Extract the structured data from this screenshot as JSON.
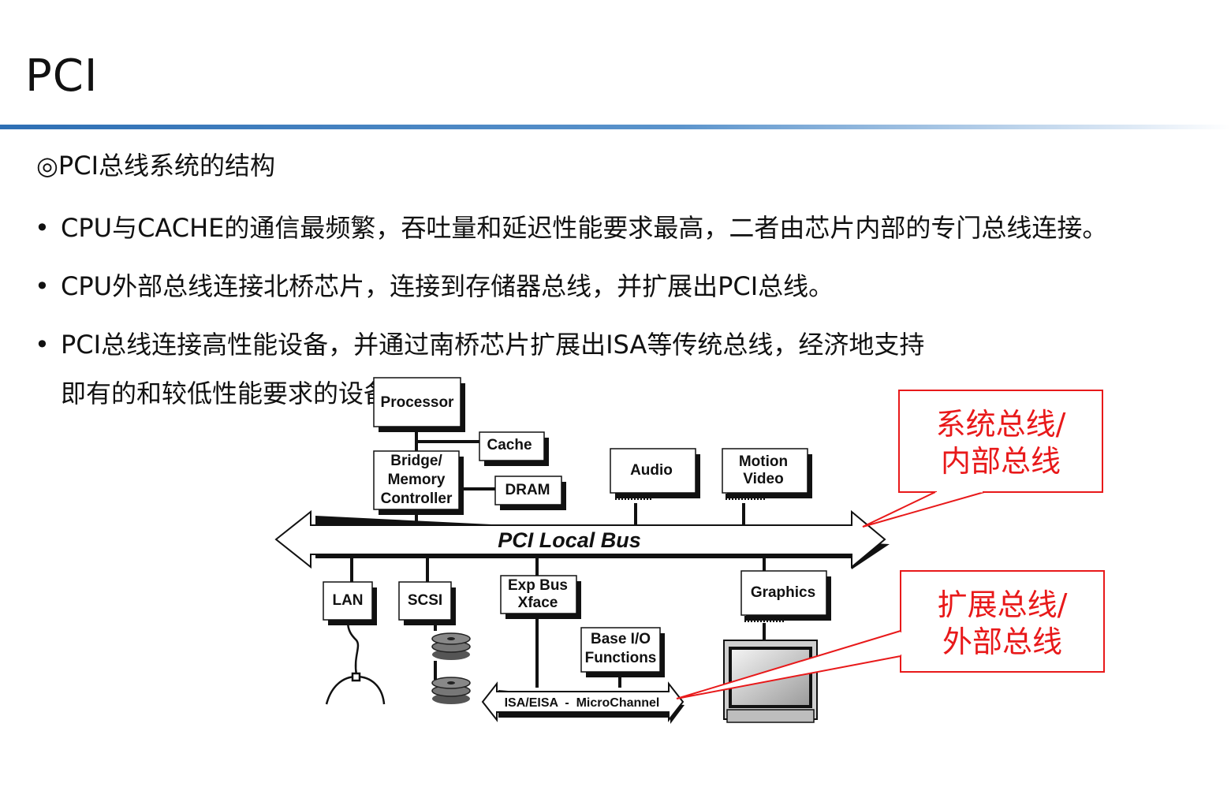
{
  "slide": {
    "title": "PCI",
    "subheading": "◎PCI总线系统的结构",
    "bullet_symbol": "•",
    "bullets": [
      "CPU与CACHE的通信最频繁，吞吐量和延迟性能要求最高，二者由芯片内部的专门总线连接。",
      "CPU外部总线连接北桥芯片，连接到存储器总线，并扩展出PCI总线。",
      "PCI总线连接高性能设备，并通过南桥芯片扩展出ISA等传统总线，经济地支持即有的和较低性能要求的设备。"
    ]
  },
  "diagram": {
    "processor": "Processor",
    "cache": "Cache",
    "bridge": [
      "Bridge/",
      "Memory",
      "Controller"
    ],
    "dram": "DRAM",
    "audio": "Audio",
    "motion_video": [
      "Motion",
      "Video"
    ],
    "pci_bus": "PCI Local Bus",
    "lan": "LAN",
    "scsi": "SCSI",
    "exp_bus": [
      "Exp Bus",
      "Xface"
    ],
    "base_io": [
      "Base I/O",
      "Functions"
    ],
    "graphics": "Graphics",
    "isa_bus": "ISA/EISA  -  MicroChannel",
    "callout_system": [
      "系统总线/",
      "内部总线"
    ],
    "callout_expansion": [
      "扩展总线/",
      "外部总线"
    ]
  },
  "colors": {
    "accent_rule": "#2e6fb4",
    "callout_red": "#e8191a"
  }
}
